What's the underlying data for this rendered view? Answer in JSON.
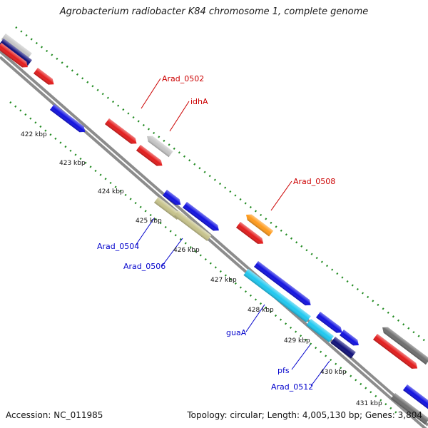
{
  "title": "Agrobacterium radiobacter K84 chromosome 1, complete genome",
  "accession": "Accession: NC_011985",
  "summary": "Topology: circular; Length: 4,005,130 bp; Genes: 3,804",
  "colors": {
    "backbone": "#8c8c8c",
    "tick": "#228b22",
    "red": "#e31b1b",
    "blue": "#1010e0",
    "silver": "#c4c4c4",
    "navy": "#10107a",
    "khaki": "#c6c28a",
    "orange": "#ff9a1a",
    "cyan": "#1ec8f0",
    "dark_gray": "#6e6e6e",
    "label_red": "#cc0000",
    "label_blue": "#0000cc"
  },
  "kbp_labels": [
    "422 kbp",
    "423 kbp",
    "424 kbp",
    "425 kbp",
    "426 kbp",
    "427 kbp",
    "428 kbp",
    "429 kbp",
    "430 kbp",
    "431 kbp"
  ],
  "gene_labels": [
    {
      "name": "Arad_0502",
      "color": "red"
    },
    {
      "name": "idhA",
      "color": "red"
    },
    {
      "name": "Arad_0508",
      "color": "red"
    },
    {
      "name": "Arad_0504",
      "color": "blue"
    },
    {
      "name": "Arad_0506",
      "color": "blue"
    },
    {
      "name": "guaA",
      "color": "blue"
    },
    {
      "name": "pfs",
      "color": "blue"
    },
    {
      "name": "Arad_0512",
      "color": "blue"
    }
  ]
}
